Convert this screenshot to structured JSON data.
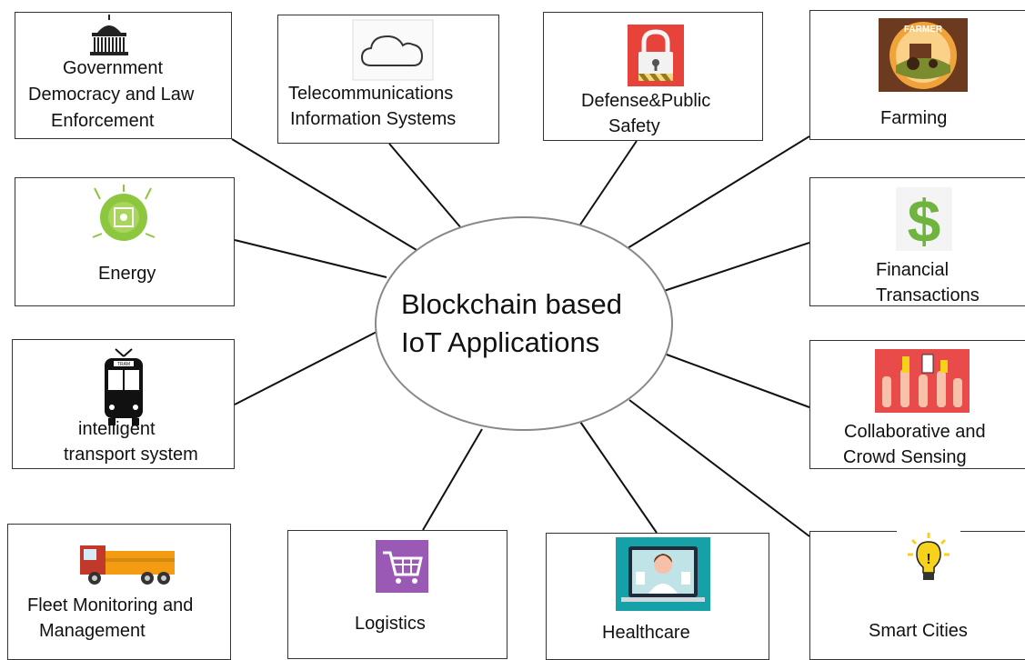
{
  "center": {
    "line1": "Blockchain based",
    "line2": "IoT Applications"
  },
  "apps": {
    "government": {
      "line1": "Government",
      "line2": "Democracy and Law",
      "line3": "Enforcement",
      "icon": "parliament-building-icon"
    },
    "telecom": {
      "line1": "Telecommunications",
      "line2": "Information Systems",
      "icon": "cloud-icon"
    },
    "defense": {
      "line1": "Defense&Public",
      "line2": "Safety",
      "icon": "padlock-icon"
    },
    "farming": {
      "line1": "Farming",
      "icon": "farmer-tractor-badge-icon",
      "badge_text": "FARMER"
    },
    "energy": {
      "line1": "Energy",
      "icon": "green-energy-icon"
    },
    "financial": {
      "line1": "Financial",
      "line2": "Transactions",
      "icon": "dollar-sign-icon"
    },
    "transport": {
      "line1": "intelligent",
      "line2": "transport system",
      "icon": "tram-icon",
      "sign_text": "TRAM"
    },
    "collaborative": {
      "line1": "Collaborative and",
      "line2": "Crowd Sensing",
      "icon": "raised-hands-phones-icon"
    },
    "fleet": {
      "line1": "Fleet Monitoring and",
      "line2": "Management",
      "icon": "truck-icon"
    },
    "logistics": {
      "line1": "Logistics",
      "icon": "shopping-cart-icon"
    },
    "healthcare": {
      "line1": "Healthcare",
      "icon": "doctor-on-laptop-icon"
    },
    "smart_cities": {
      "line1": "Smart Cities",
      "icon": "idea-bulb-icon"
    }
  },
  "colors": {
    "line": "#111111",
    "box_border": "#333333",
    "energy_green": "#8dc63f",
    "lock_red": "#e8433a",
    "cart_purple": "#9b59b6",
    "truck_red": "#c0392b",
    "truck_orange": "#f39c12",
    "farm_brown": "#6b3a1f",
    "bulb_yellow": "#f7d21a",
    "health_teal": "#16a0a8"
  }
}
